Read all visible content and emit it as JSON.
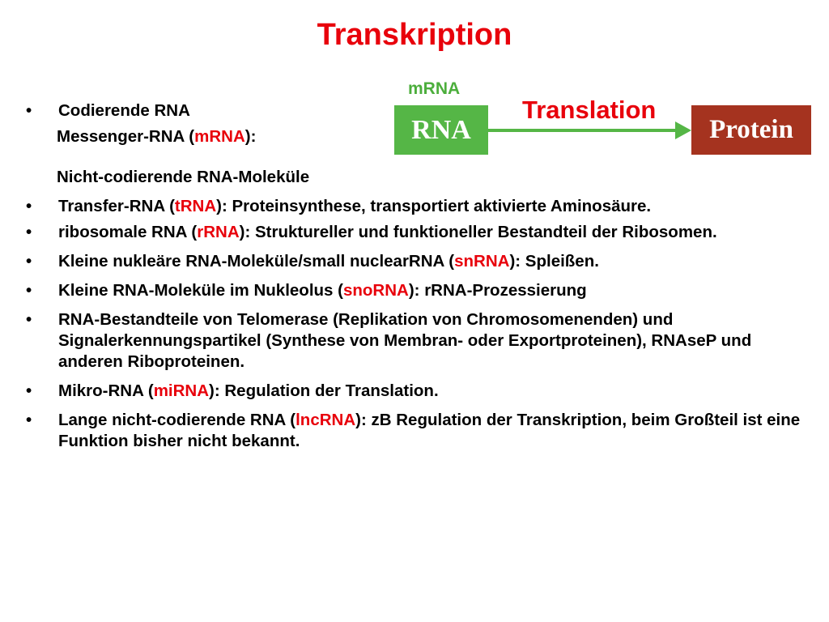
{
  "title": "Transkription",
  "diagram": {
    "mrna_label": "mRNA",
    "rna_box": "RNA",
    "translation_label": "Translation",
    "protein_box": "Protein"
  },
  "coding": {
    "bullet": "Codierende RNA",
    "mrna_pre": "Messenger-RNA (",
    "mrna_hl": "mRNA",
    "mrna_post": "):"
  },
  "noncoding_header": "Nicht-codierende RNA-Moleküle",
  "items": [
    {
      "pre": "Transfer-RNA (",
      "hl": "tRNA",
      "post": "): Proteinsynthese, transportiert aktivierte Aminosäure."
    },
    {
      "pre": "ribosomale RNA (",
      "hl": "rRNA",
      "post": "): Struktureller und funktioneller Bestandteil der Ribosomen."
    },
    {
      "pre": "Kleine nukleäre RNA-Moleküle/small nuclearRNA (",
      "hl": "snRNA",
      "post": "): Spleißen."
    },
    {
      "pre": "Kleine RNA-Moleküle im Nukleolus (",
      "hl": "snoRNA",
      "post": "): rRNA-Prozessierung"
    },
    {
      "text": "RNA-Bestandteile von Telomerase (Replikation von Chromosomenenden) und Signalerkennungspartikel (Synthese von Membran- oder Exportproteinen), RNAseP und anderen Riboproteinen."
    },
    {
      "pre": "Mikro-RNA (",
      "hl": "miRNA",
      "post": "): Regulation der Translation."
    },
    {
      "pre": "Lange nicht-codierende RNA (",
      "hl": "lncRNA",
      "post": "): zB Regulation der Transkription, beim Großteil ist eine Funktion bisher nicht bekannt."
    }
  ],
  "colors": {
    "highlight": "#e8000b",
    "rna_green": "#55b646",
    "protein_brown": "#a5331f"
  }
}
